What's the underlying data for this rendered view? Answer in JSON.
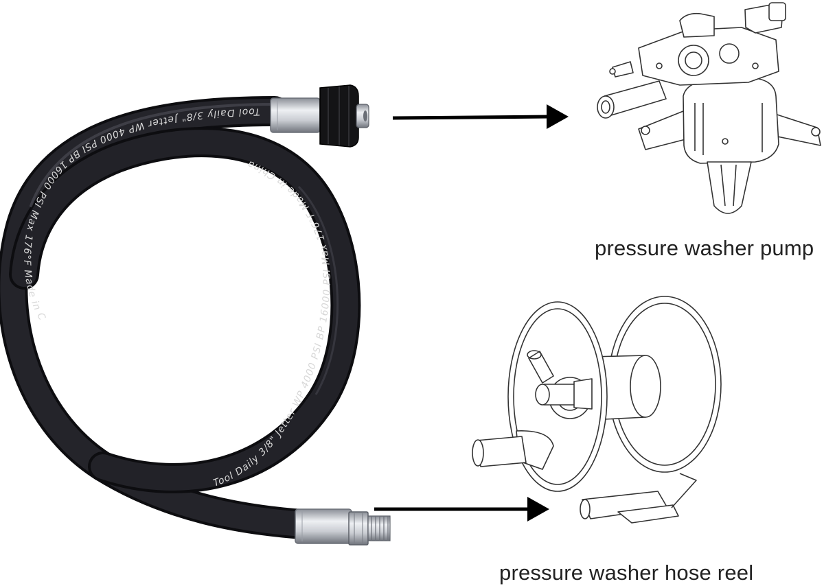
{
  "captions": {
    "pump": "pressure washer pump",
    "reel": "pressure washer hose reel"
  },
  "hose_print": {
    "upper": "Tool Daily 3/8\" Jetter WP 4000 PSI BP 16000 PSI Max 176°F Made in China",
    "lower": "Tool Daily 3/8\" Jetter WP 4000 PSI BP 16000 PSI Max 176°F Made in China"
  },
  "colors": {
    "hose": "#1a1a1e",
    "fitting_metal": "#b8bcc4",
    "arrow": "#000000",
    "line_art": "#333333"
  },
  "icons": [
    "hose-icon",
    "pump-icon",
    "hose-reel-icon",
    "arrow-icon"
  ]
}
